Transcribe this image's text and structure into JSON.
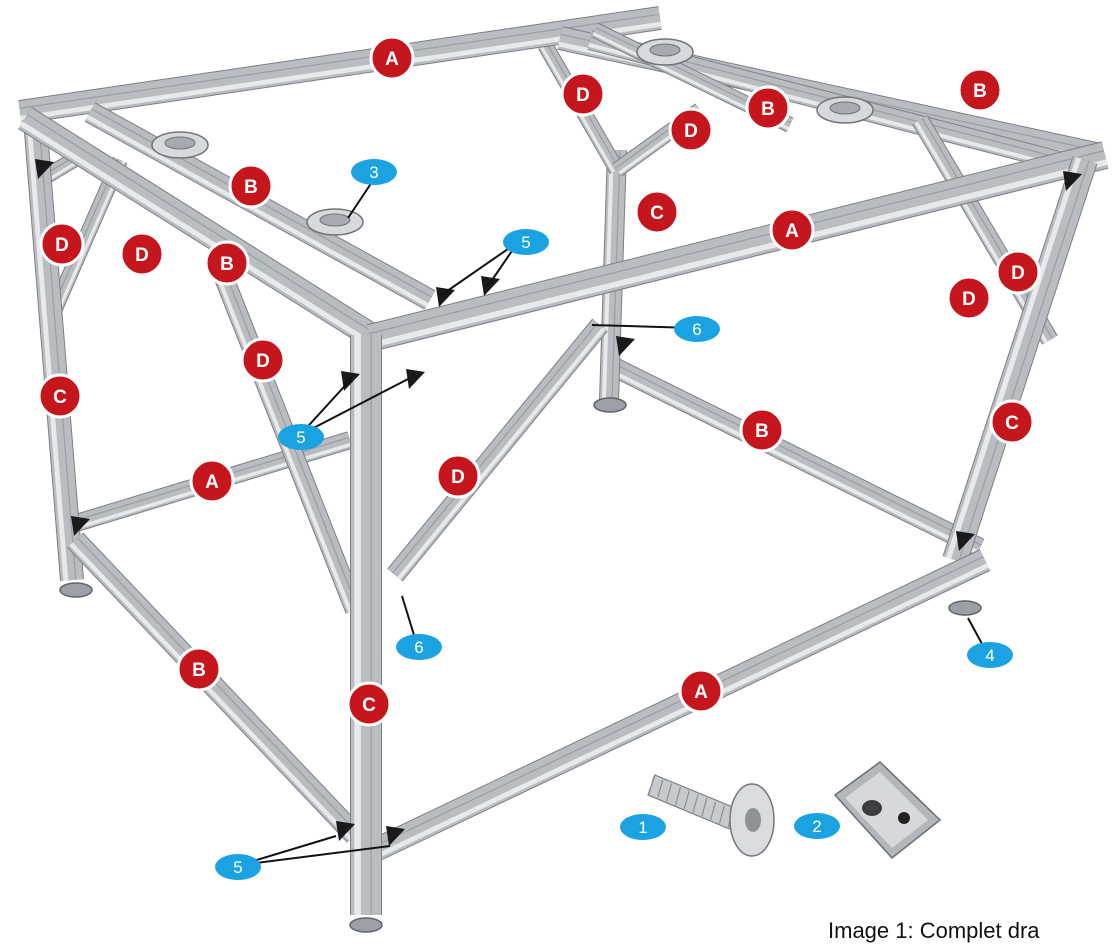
{
  "colors": {
    "part_badge": "#c4161c",
    "hardware_badge": "#1aa3e0",
    "badge_outline": "#ffffff",
    "extrusion_light": "#e8e9eb",
    "extrusion_mid": "#b9bcc1",
    "extrusion_dark": "#7c8087",
    "bracket_black": "#1a1a1a",
    "leader_line": "#111111"
  },
  "parts": [
    {
      "id": "A",
      "label": "A"
    },
    {
      "id": "B",
      "label": "B"
    },
    {
      "id": "C",
      "label": "C"
    },
    {
      "id": "D",
      "label": "D"
    }
  ],
  "hardware": [
    {
      "id": "1",
      "label": "1",
      "icon": "button-head-screw-icon"
    },
    {
      "id": "2",
      "label": "2",
      "icon": "t-slot-nut-icon"
    },
    {
      "id": "3",
      "label": "3",
      "icon": "caster-plate-icon"
    },
    {
      "id": "4",
      "label": "4",
      "icon": "leveling-foot-icon"
    },
    {
      "id": "5",
      "label": "5",
      "icon": "corner-bracket-icon"
    },
    {
      "id": "6",
      "label": "6",
      "icon": "anchor-fastener-icon"
    }
  ],
  "caption": "Image 1: Complet dra"
}
